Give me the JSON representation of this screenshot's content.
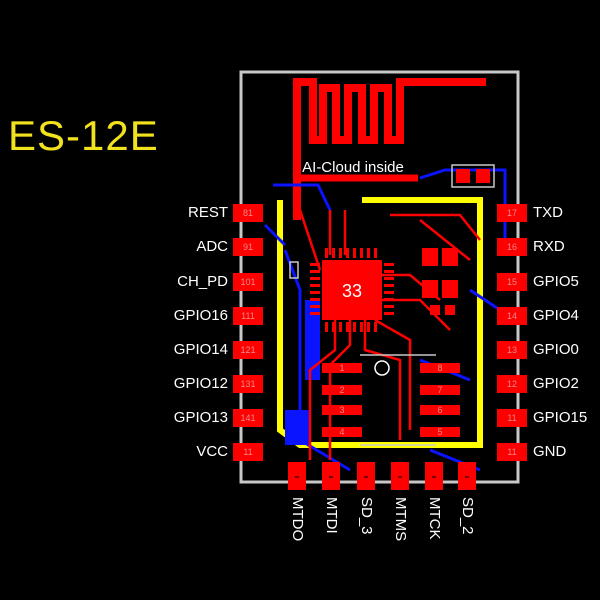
{
  "title": "ES-12E",
  "silkscreen": "AI-Cloud inside",
  "chip_label": "33",
  "left_pins": [
    "REST",
    "ADC",
    "CH_PD",
    "GPIO16",
    "GPIO14",
    "GPIO12",
    "GPIO13",
    "VCC"
  ],
  "left_pad_numbers": [
    "81",
    "91",
    "101",
    "111",
    "121",
    "131",
    "141",
    "11"
  ],
  "right_pins": [
    "TXD",
    "RXD",
    "GPIO5",
    "GPIO4",
    "GPIO0",
    "GPIO2",
    "GPIO15",
    "GND"
  ],
  "right_pad_numbers": [
    "17",
    "16",
    "15",
    "14",
    "13",
    "12",
    "11",
    "11"
  ],
  "bottom_pins": [
    "MTDO",
    "MTDI",
    "SD_3",
    "MTMS",
    "MTCK",
    "SD_2"
  ],
  "flash_pad_numbers": [
    "1",
    "2",
    "3",
    "4",
    "5",
    "6",
    "7",
    "8"
  ],
  "colors": {
    "copper": "#ff0000",
    "trace_blue": "#0a14ff",
    "silk_yellow": "#ffff00",
    "outline": "#c8c8c8",
    "title": "#f2e21e"
  }
}
